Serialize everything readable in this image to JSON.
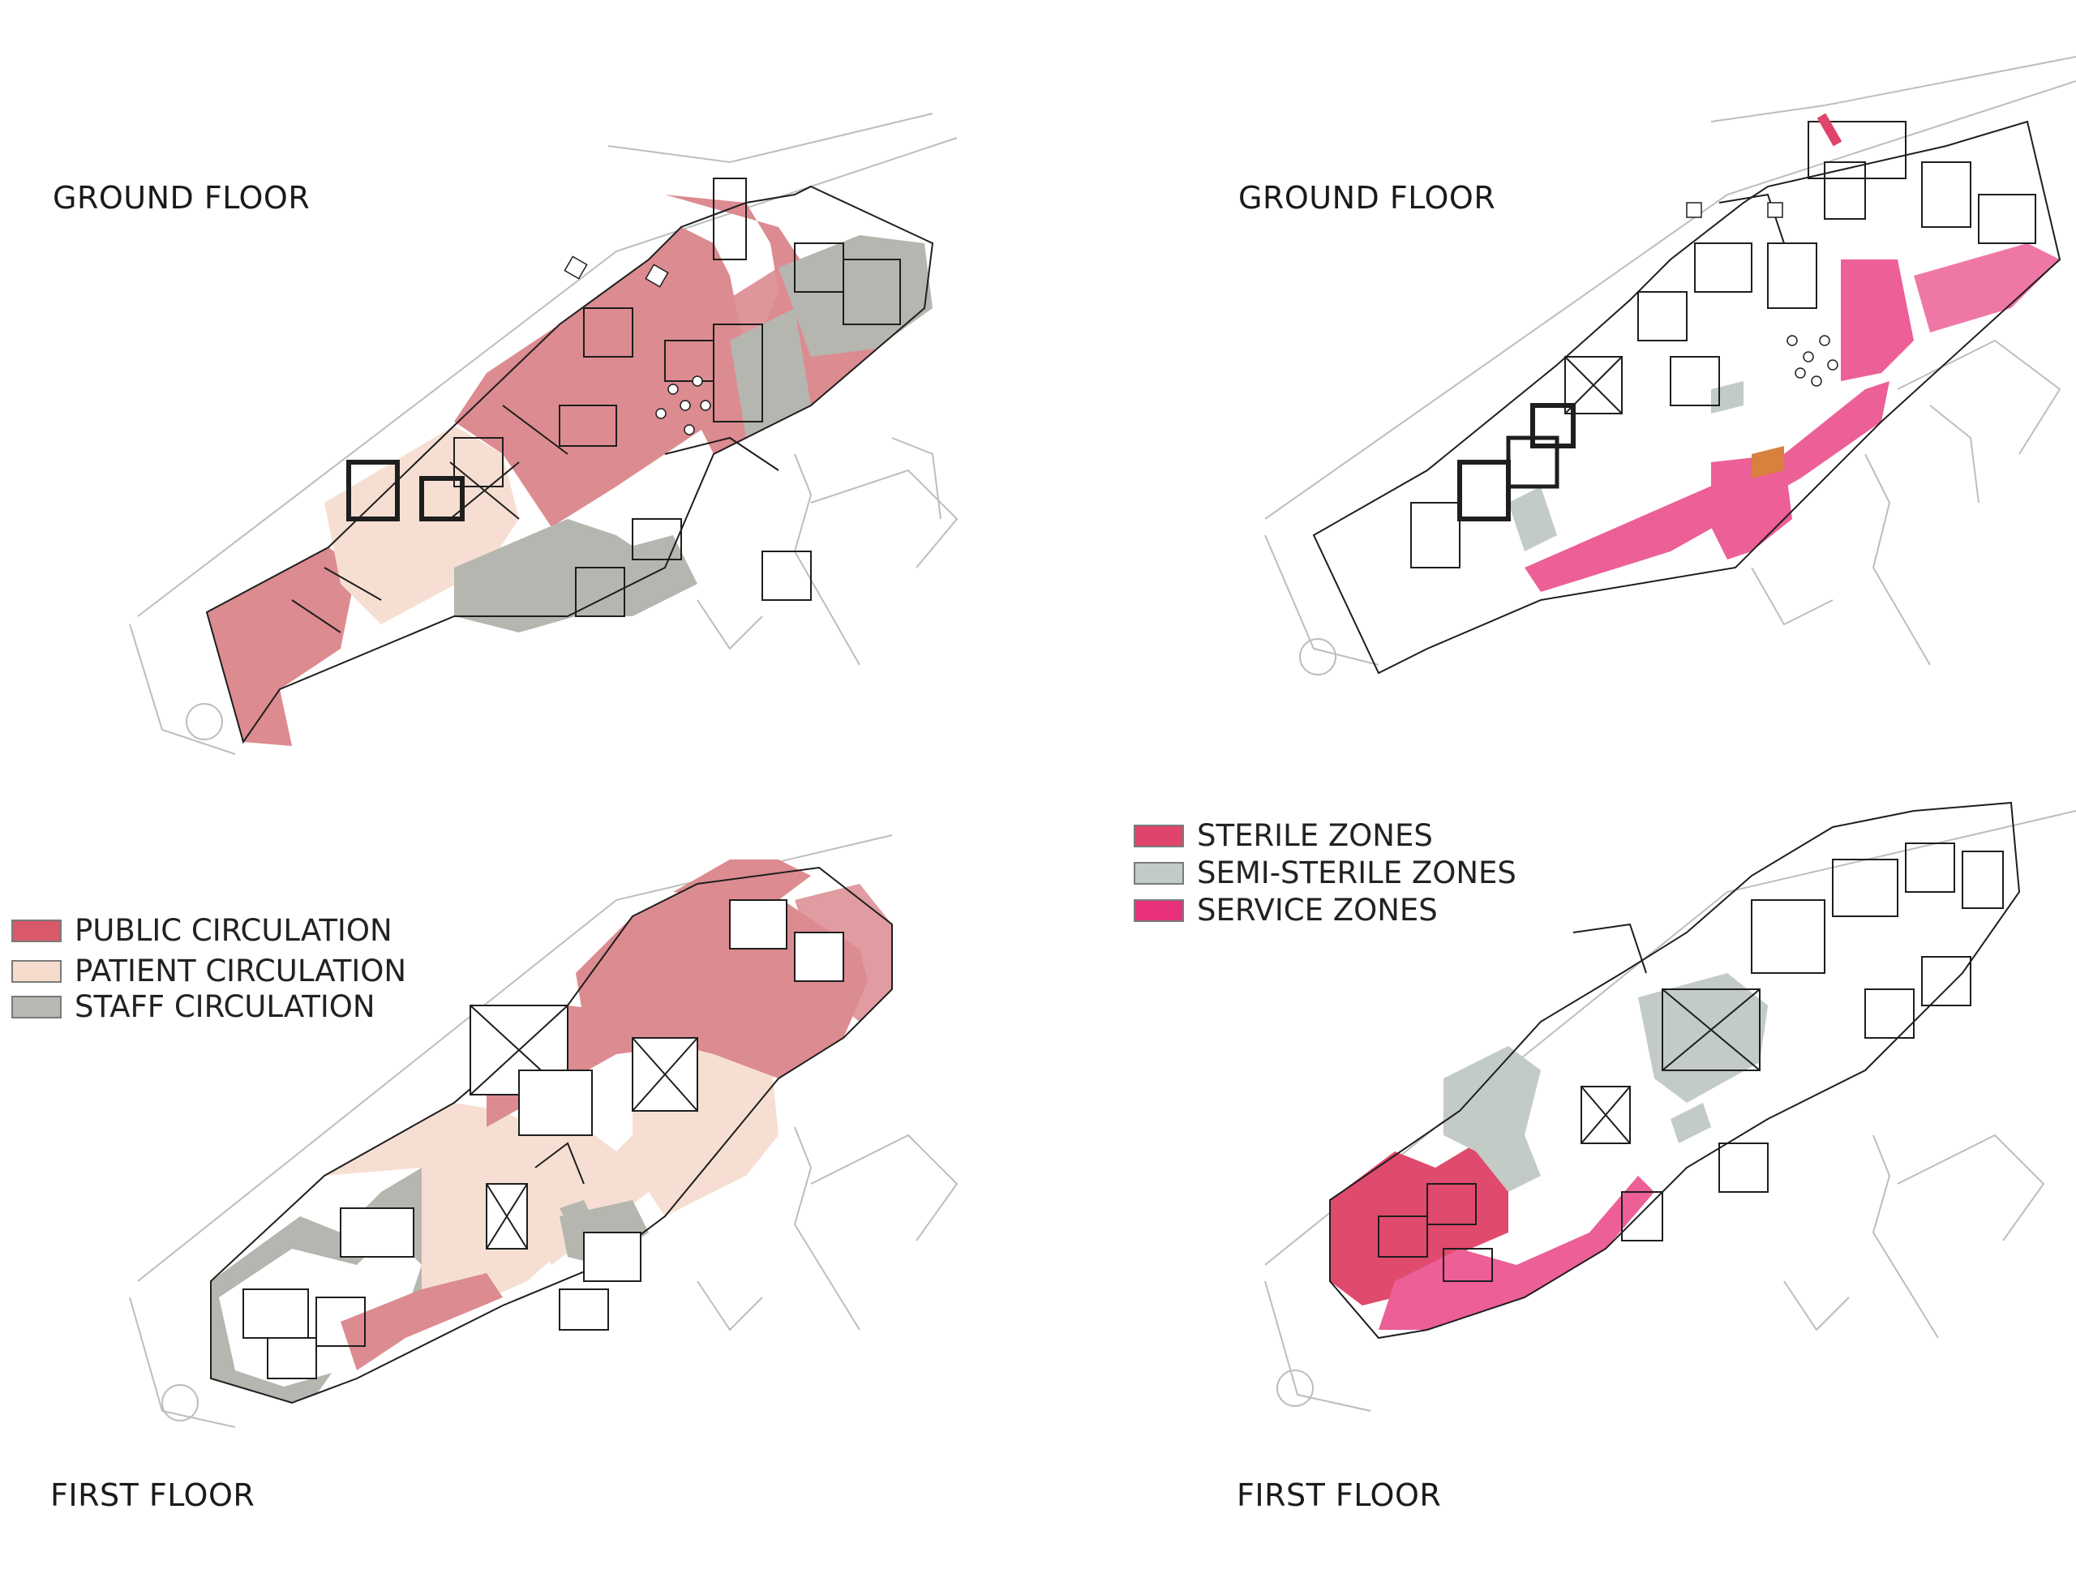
{
  "labels": {
    "top_left": "GROUND FLOOR",
    "top_right": "GROUND FLOOR",
    "bottom_left": "FIRST FLOOR",
    "bottom_right": "FIRST FLOOR"
  },
  "legend_circulation": [
    {
      "label": "PUBLIC CIRCULATION",
      "color": "#d9586a"
    },
    {
      "label": "PATIENT CIRCULATION",
      "color": "#f6dccd"
    },
    {
      "label": "STAFF CIRCULATION",
      "color": "#b9b8b2"
    }
  ],
  "legend_zones": [
    {
      "label": "STERILE ZONES",
      "color": "#e0446a"
    },
    {
      "label": "SEMI-STERILE ZONES",
      "color": "#c3cbc6"
    },
    {
      "label": "SERVICE ZONES",
      "color": "#e8317a"
    }
  ],
  "colors": {
    "public": "#dc8b90",
    "patient": "#f6dfd2",
    "staff": "#b6b6b0",
    "sterile": "#e04a6c",
    "semi_sterile": "#c3cbc6",
    "service": "#ec5f97",
    "line": "#1e1e1e",
    "site": "#bdbdbd"
  }
}
